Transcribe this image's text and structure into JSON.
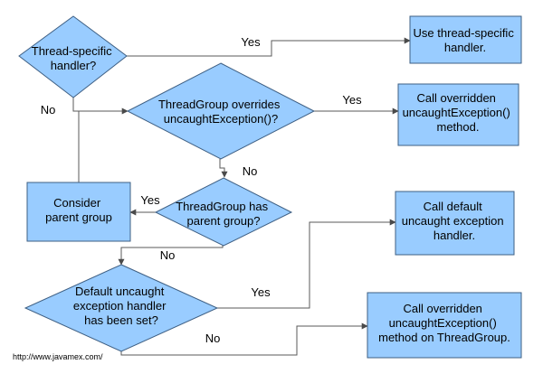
{
  "nodes": {
    "thread_specific_decision": {
      "lines": [
        "Thread-specific",
        "handler?"
      ]
    },
    "use_thread_handler": {
      "lines": [
        "Use thread-specific",
        "handler."
      ]
    },
    "threadgroup_overrides_decision": {
      "lines": [
        "ThreadGroup overrides",
        "uncaughtException()?"
      ]
    },
    "call_overridden": {
      "lines": [
        "Call overridden",
        "uncaughtException()",
        "method."
      ]
    },
    "consider_parent": {
      "lines": [
        "Consider",
        "parent group"
      ]
    },
    "has_parent_decision": {
      "lines": [
        "ThreadGroup has",
        "parent group?"
      ]
    },
    "call_default_handler": {
      "lines": [
        "Call default",
        "uncaught exception",
        "handler."
      ]
    },
    "default_set_decision": {
      "lines": [
        "Default uncaught",
        "exception handler",
        "has been set?"
      ]
    },
    "call_overridden_threadgroup": {
      "lines": [
        "Call overridden",
        "uncaughtException()",
        "method on ThreadGroup."
      ]
    }
  },
  "edge_labels": {
    "specific_yes": "Yes",
    "specific_no": "No",
    "overrides_yes": "Yes",
    "overrides_no": "No",
    "parent_yes": "Yes",
    "parent_no": "No",
    "default_yes": "Yes",
    "default_no": "No"
  },
  "footer": {
    "url": "http://www.javamex.com/"
  },
  "colors": {
    "fill": "#99ccff",
    "stroke": "#3e5f83",
    "connector": "#5a5a5a"
  }
}
